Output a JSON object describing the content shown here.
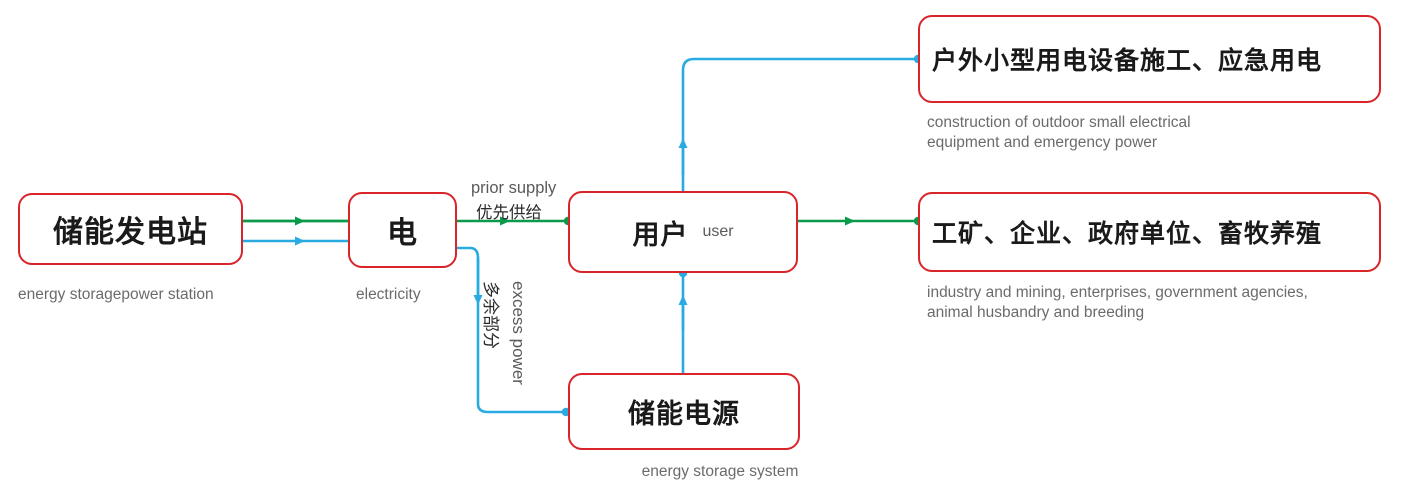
{
  "diagram": {
    "title": "energy storage power station distribution flow",
    "colors": {
      "box_border": "#d9252a",
      "green_flow": "#0a9a4a",
      "blue_flow": "#29abe2",
      "caption_text": "#6b6b6b",
      "main_text": "#1a1a1a",
      "background": "#ffffff"
    }
  },
  "nodes": {
    "station": {
      "cn": "储能发电站",
      "caption": "energy storagepower station"
    },
    "electricity": {
      "cn": "电",
      "caption": "electricity"
    },
    "user": {
      "cn": "用户",
      "en_inline": "user"
    },
    "storage_source": {
      "cn": "储能电源",
      "caption": "energy storage system"
    },
    "outdoor": {
      "cn": "户外小型用电设备施工、应急用电",
      "caption": "construction of outdoor small electrical\nequipment and emergency power"
    },
    "industry": {
      "cn": "工矿、企业、政府单位、畜牧养殖",
      "caption": "industry and mining, enterprises, government agencies,\nanimal husbandry and breeding"
    }
  },
  "edge_labels": {
    "prior_supply_en": "prior supply",
    "prior_supply_cn": "优先供给",
    "excess_power_en": "excess power",
    "excess_power_cn": "多余部分"
  }
}
